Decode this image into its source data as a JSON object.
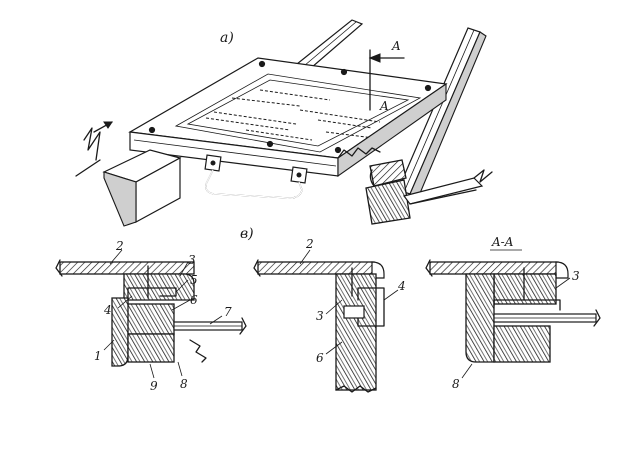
{
  "figure": {
    "panel_a_label": "a)",
    "panel_b_label": "в)",
    "section_arrow_label": "A",
    "section_arrow_label_2": "A",
    "section_title": "A-A"
  },
  "callouts": {
    "left": [
      "2",
      "3",
      "5",
      "4",
      "6",
      "7",
      "1",
      "9",
      "8"
    ],
    "middle": [
      "2",
      "3",
      "4",
      "6"
    ],
    "right": [
      "3",
      "8"
    ]
  },
  "colors": {
    "ink": "#1a1a1a",
    "paper": "#ffffff"
  }
}
